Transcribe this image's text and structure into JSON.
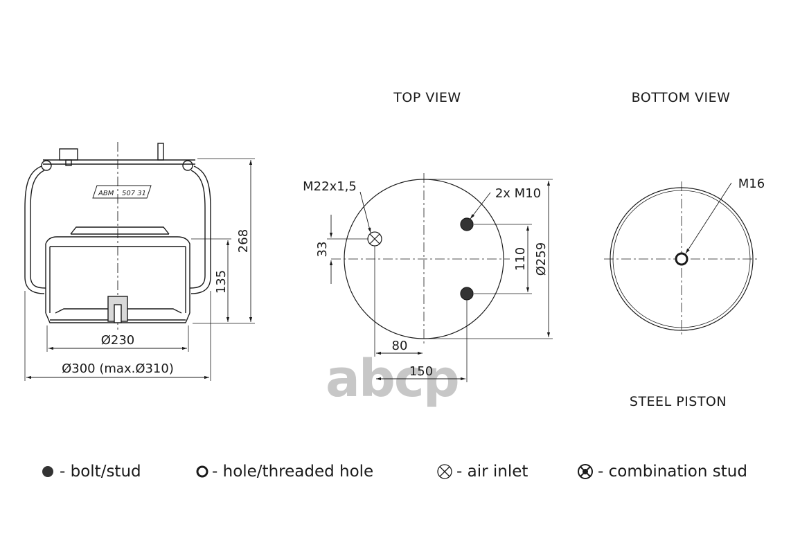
{
  "labels": {
    "top_view": "TOP VIEW",
    "bottom_view": "BOTTOM VIEW",
    "steel_piston": "STEEL PISTON",
    "part_no_brand": "ABM",
    "part_no_num": "507 31"
  },
  "dimensions": {
    "height_268": "268",
    "height_135": "135",
    "dia_230": "Ø230",
    "dia_300": "Ø300 (max.Ø310)",
    "thread_m22": "M22x1,5",
    "thread_m10": "2x M10",
    "dim_33": "33",
    "dim_110": "110",
    "dia_259": "Ø259",
    "dim_80": "80",
    "dim_150": "150",
    "thread_m16": "M16"
  },
  "legend": [
    {
      "symbol": "bolt-stud",
      "label": "- bolt/stud"
    },
    {
      "symbol": "hole",
      "label": "- hole/threaded hole"
    },
    {
      "symbol": "air-inlet",
      "label": "- air inlet"
    },
    {
      "symbol": "combination-stud",
      "label": "- combination stud"
    }
  ],
  "watermark": "abcp"
}
